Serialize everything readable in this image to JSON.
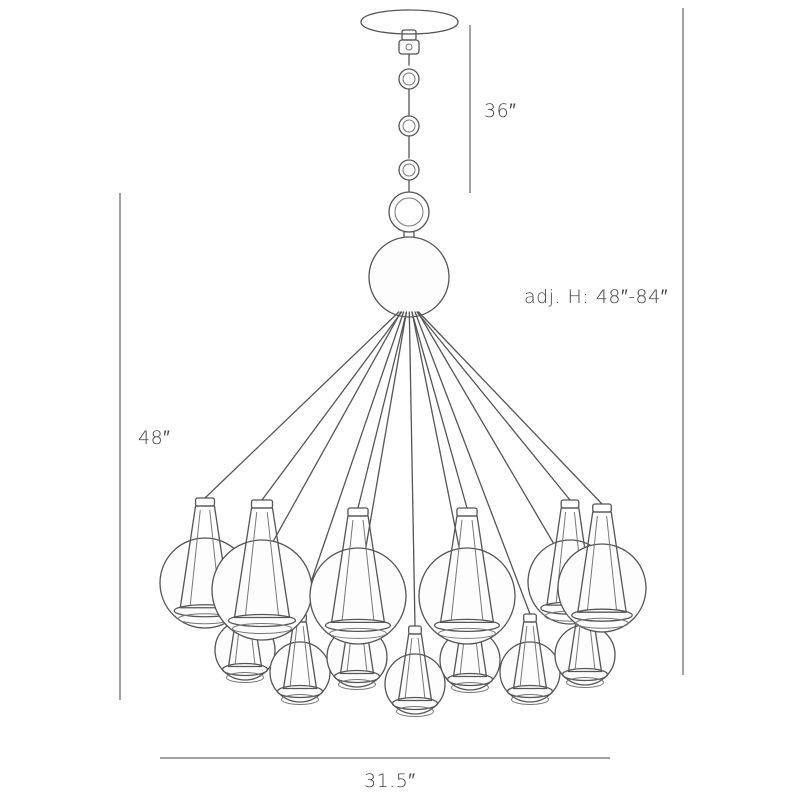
{
  "dimensions": {
    "chain_length": "36″",
    "adjustable_height": "adj. H: 48″-84″",
    "fixture_height": "48″",
    "fixture_width": "31.5″"
  }
}
